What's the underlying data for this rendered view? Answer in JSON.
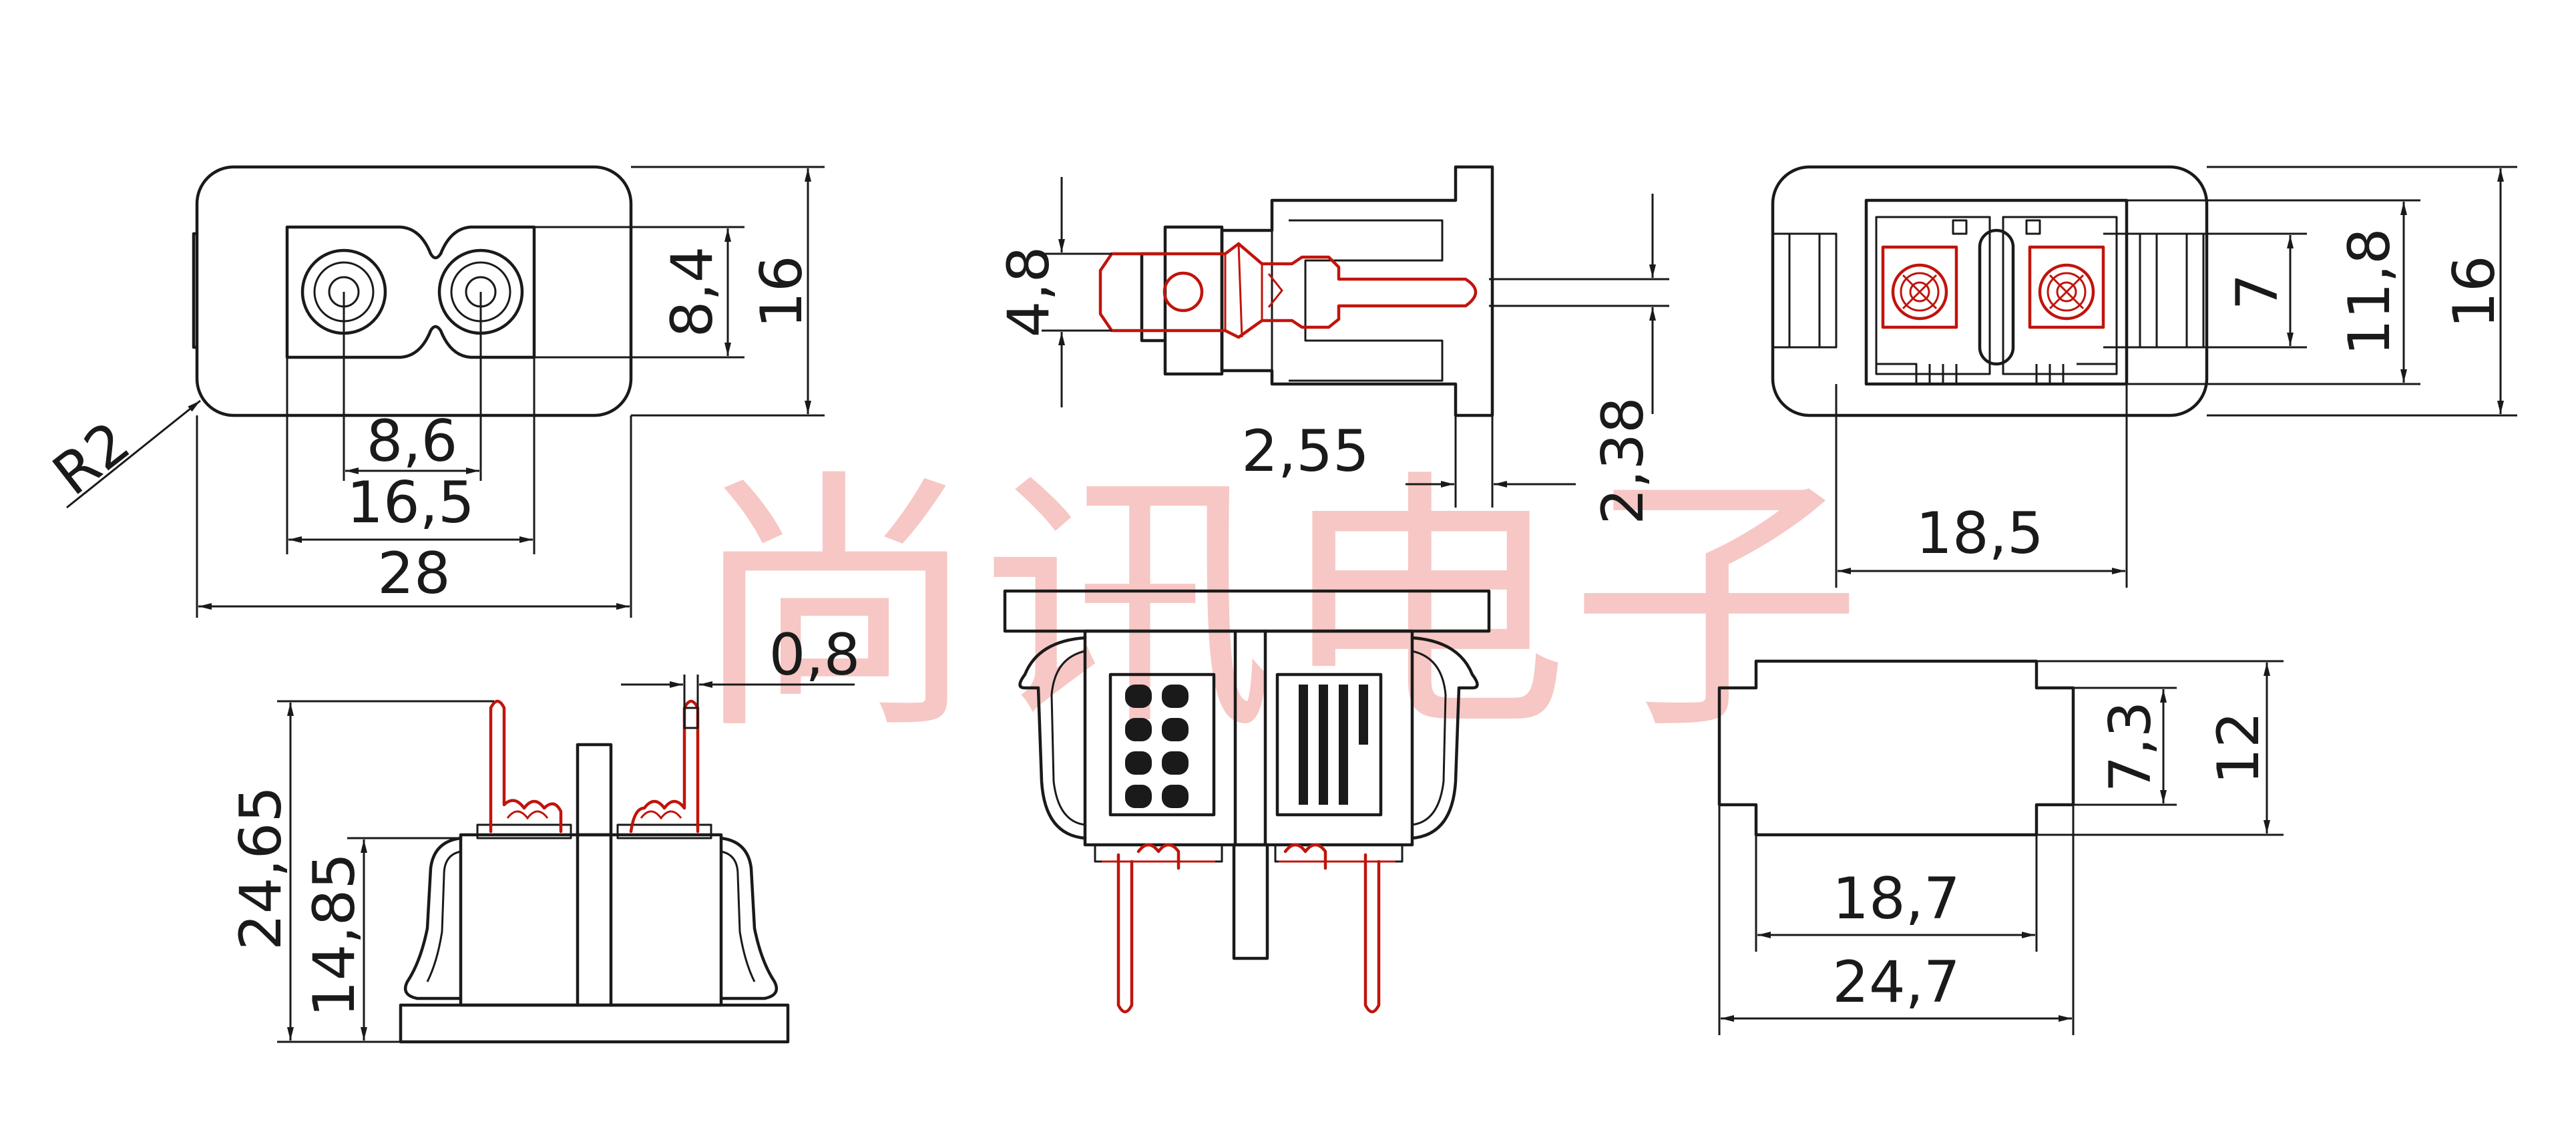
{
  "watermark": "尚讯电子",
  "colors": {
    "line": "#1a1a1a",
    "contact": "#c0140c",
    "watermark": "#f09a94"
  },
  "front_view": {
    "radius_label": "R2",
    "height_outer": "16",
    "height_inner": "8,4",
    "pin_pitch": "8,6",
    "inner_width": "16,5",
    "outer_width": "28"
  },
  "side_view": {
    "pin_length": "4,8",
    "flange_thickness": "2,55",
    "terminal_offset": "2,38"
  },
  "top_view": {
    "inner_height": "7",
    "mid_height": "11,8",
    "outer_height": "16",
    "body_width": "18,5"
  },
  "bottom_left_view": {
    "pin_thickness": "0,8",
    "total_height": "24,65",
    "body_height": "14,85"
  },
  "panel_cutout": {
    "narrow_height": "7,3",
    "full_height": "12",
    "narrow_width": "18,7",
    "full_width": "24,7"
  }
}
